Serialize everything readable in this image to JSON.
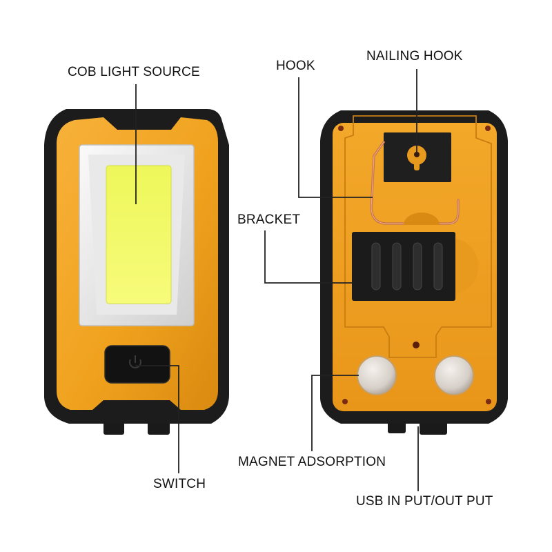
{
  "labels": {
    "cob_light_source": "COB LIGHT SOURCE",
    "hook": "HOOK",
    "nailing_hook": "NAILING HOOK",
    "bracket": "BRACKET",
    "magnet_adsorption": "MAGNET ADSORPTION",
    "switch": "SWITCH",
    "usb": "USB IN PUT/OUT PUT"
  },
  "colors": {
    "housing_orange": "#f0a21e",
    "rubber_black": "#1c1c1c",
    "cob_yellow": "#f2f75a",
    "reflector_silver": "#e6e6e6",
    "hook_copper": "#d07a4a",
    "magnet_silver": "#d8d2cc",
    "leader_line": "#222222"
  },
  "icons": {
    "power": "power-icon",
    "keyhole": "keyhole-icon",
    "screw": "screw-icon"
  }
}
